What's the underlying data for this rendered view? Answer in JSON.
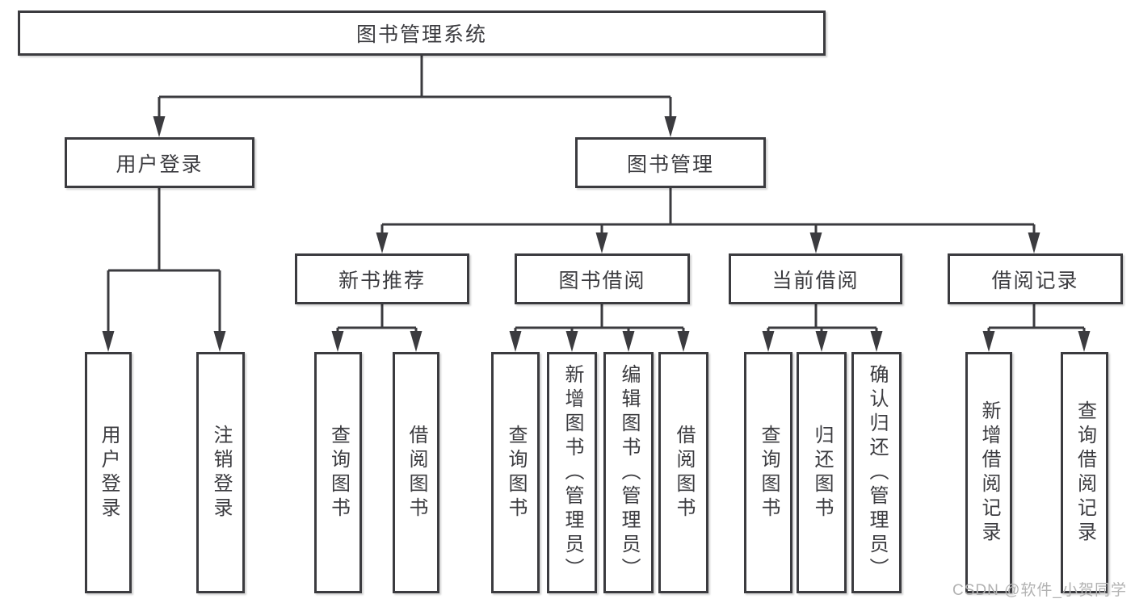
{
  "tree": {
    "root": {
      "label": "图书管理系统"
    },
    "branches": [
      {
        "label": "用户登录",
        "children": [
          {
            "label": "用户登录"
          },
          {
            "label": "注销登录"
          }
        ]
      },
      {
        "label": "图书管理",
        "groups": [
          {
            "label": "新书推荐",
            "children": [
              {
                "label": "查询图书"
              },
              {
                "label": "借阅图书"
              }
            ]
          },
          {
            "label": "图书借阅",
            "children": [
              {
                "label": "查询图书"
              },
              {
                "label": "新增图书（管理员）"
              },
              {
                "label": "编辑图书（管理员）"
              },
              {
                "label": "借阅图书"
              }
            ]
          },
          {
            "label": "当前借阅",
            "children": [
              {
                "label": "查询图书"
              },
              {
                "label": "归还图书"
              },
              {
                "label": "确认归还（管理员）"
              }
            ]
          },
          {
            "label": "借阅记录",
            "children": [
              {
                "label": "新增借阅记录"
              },
              {
                "label": "查询借阅记录"
              }
            ]
          }
        ]
      }
    ]
  },
  "watermark": {
    "text": "CSDN @软件_小贺同学"
  },
  "colors": {
    "line": "#3b3b3f",
    "text": "#3c3c40",
    "box_background": "#ffffff",
    "watermark": "#b2b2b2",
    "page_background": "#ffffff"
  }
}
